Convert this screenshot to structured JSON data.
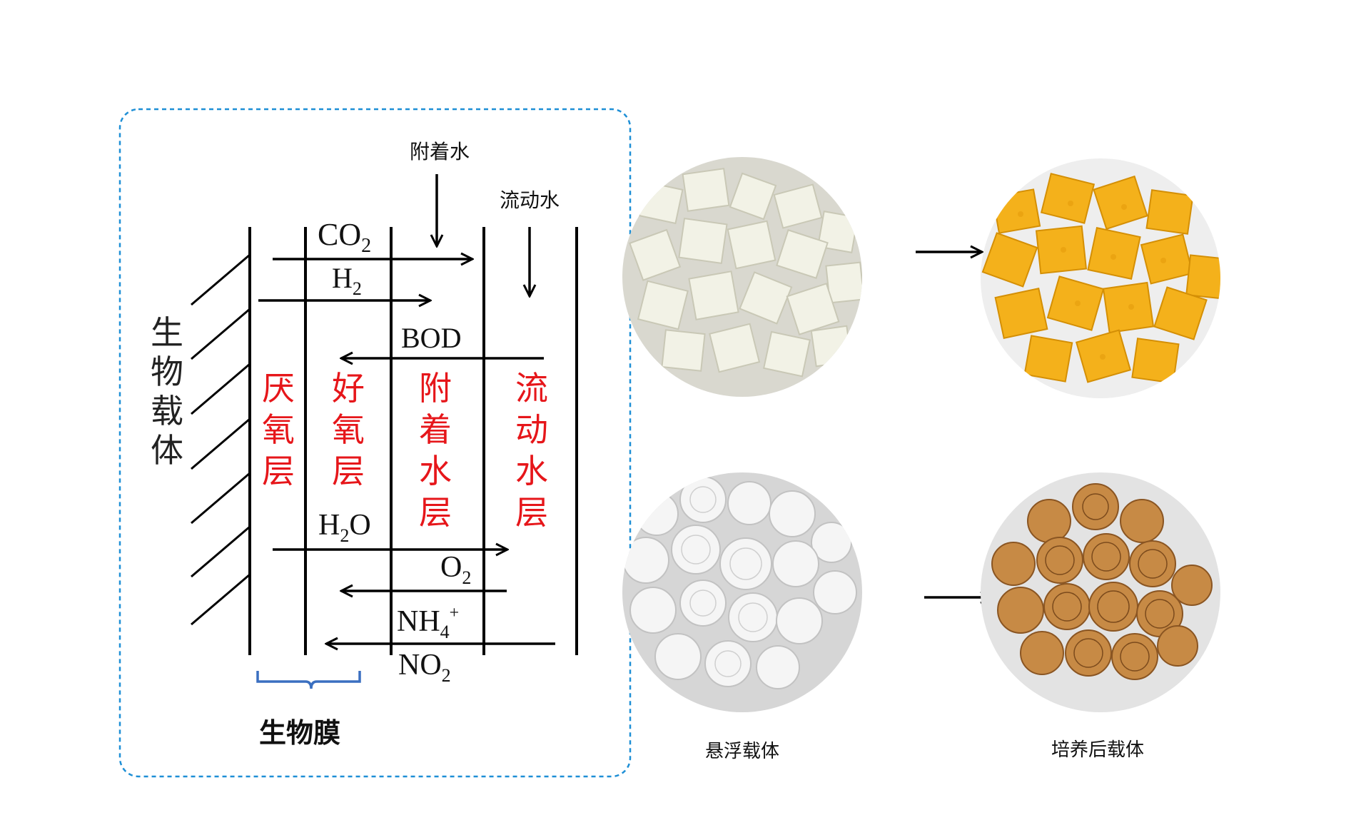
{
  "diagram": {
    "carrier_label": "生物载体",
    "biofilm_label": "生物膜",
    "inflow_labels": {
      "attached": "附着水",
      "flowing": "流动水"
    },
    "layers": [
      {
        "label": "厌氧层"
      },
      {
        "label": "好氧层"
      },
      {
        "label": "附着水层"
      },
      {
        "label": "流动水层"
      }
    ],
    "species": {
      "co2": {
        "base": "CO",
        "sub": "2"
      },
      "h2": {
        "base": "H",
        "sub": "2"
      },
      "bod": {
        "base": "BOD"
      },
      "h2o": {
        "base": "H",
        "sub": "2",
        "tail": "O"
      },
      "o2": {
        "base": "O",
        "sub": "2"
      },
      "nh4": {
        "base": "NH",
        "sub": "4",
        "sup": "+"
      },
      "no2": {
        "base": "NO",
        "sub": "2"
      }
    },
    "colors": {
      "layer_text": "#e6161a",
      "frame": "#1e8fd6",
      "brace": "#3a6fc0",
      "line": "#000000"
    }
  },
  "photos": {
    "items": [
      {
        "name": "white-sponge-cubes",
        "description_icon": "sponge-carrier-before"
      },
      {
        "name": "yellow-sponge-cubes",
        "description_icon": "sponge-carrier-after"
      },
      {
        "name": "white-disc-carriers",
        "description_icon": "disc-carrier-before"
      },
      {
        "name": "brown-disc-carriers",
        "description_icon": "disc-carrier-after"
      }
    ],
    "captions": {
      "left": "悬浮载体",
      "right": "培养后载体"
    }
  }
}
